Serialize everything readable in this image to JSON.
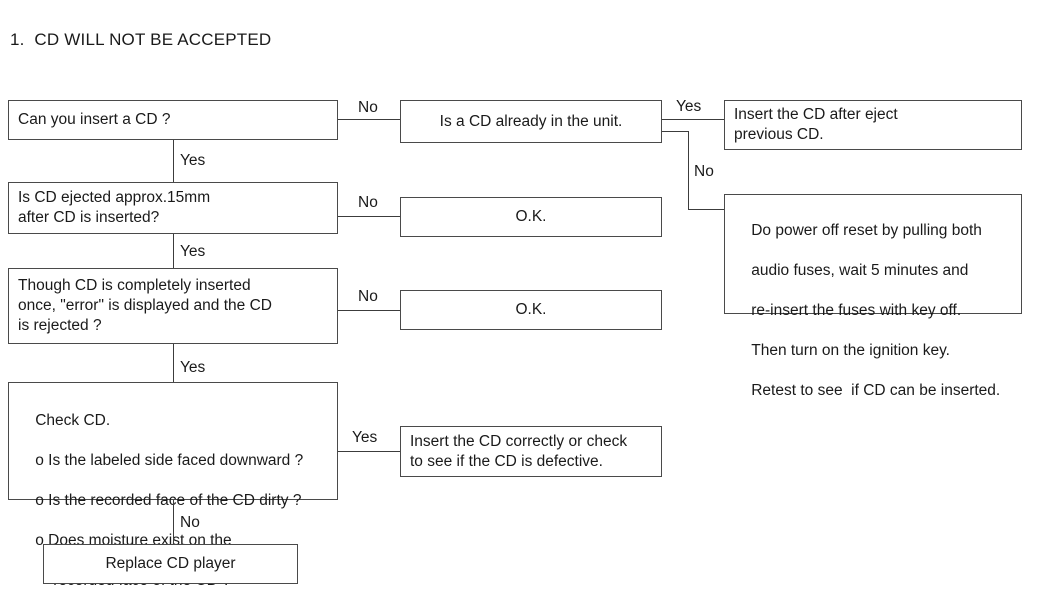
{
  "document": {
    "title": "1.  CD WILL NOT BE ACCEPTED",
    "type": "troubleshooting-flowchart"
  },
  "nodes": {
    "can_insert": {
      "text": "Can you insert a CD ?"
    },
    "already_in_unit": {
      "text": "Is a CD already in the unit."
    },
    "insert_after_eject": {
      "line1": "Insert the CD after eject",
      "line2": "previous CD."
    },
    "power_off_reset": {
      "line1": "Do power off reset by pulling both",
      "line2": "audio fuses, wait 5 minutes and",
      "line3": "re-insert the fuses with key off.",
      "line4": "Then turn on the ignition key.",
      "line5": "Retest to see  if CD can be inserted."
    },
    "ejected_15mm": {
      "line1": "Is CD ejected approx.15mm",
      "line2": "after CD is inserted?"
    },
    "ok_1": {
      "text": "O.K."
    },
    "error_displayed": {
      "line1": "Though CD is completely inserted",
      "line2": "once, \"error\" is displayed and the CD",
      "line3": "is rejected ?"
    },
    "ok_2": {
      "text": "O.K."
    },
    "check_cd": {
      "line1": "Check CD.",
      "line2": "o Is the labeled side faced downward ?",
      "line3": "o Is the recorded face of the CD dirty ?",
      "line4": "o Does moisture exist on the",
      "line5": "recorded face of the CD ?"
    },
    "insert_correctly": {
      "line1": "Insert the CD correctly or check",
      "line2": "to see if the CD is defective."
    },
    "replace_player": {
      "text": "Replace CD player"
    }
  },
  "edge_labels": {
    "can_insert_no": "No",
    "can_insert_yes": "Yes",
    "already_yes": "Yes",
    "already_no": "No",
    "ejected_no": "No",
    "ejected_yes": "Yes",
    "error_no": "No",
    "error_yes": "Yes",
    "check_yes": "Yes",
    "check_no": "No"
  },
  "colors": {
    "background": "#ffffff",
    "text": "#1a1a1a",
    "box_border": "#4a4a4a",
    "connector": "#3c3c3c"
  }
}
